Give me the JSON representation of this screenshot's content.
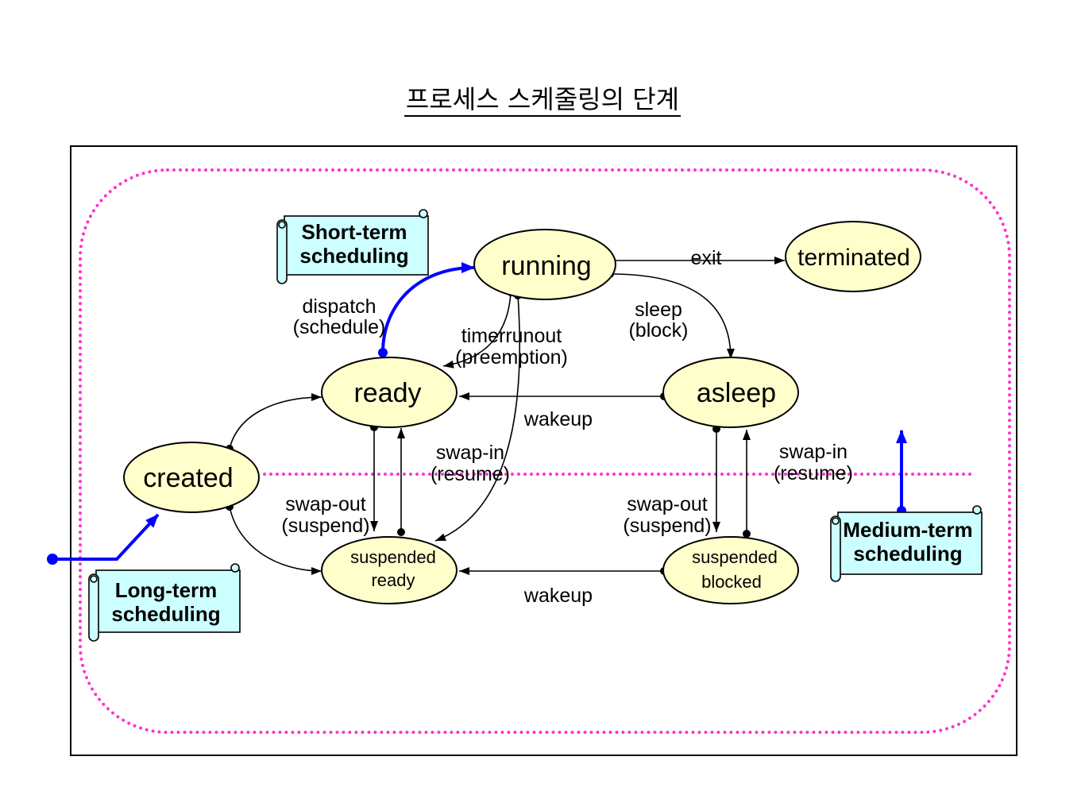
{
  "title": "프로세스 스케줄링의 단계",
  "colors": {
    "state_fill": "#ffffcc",
    "scheduler_fill": "#ccffff",
    "scheduler_arrow": "#0000ff",
    "boundary_dots": "#ff33cc"
  },
  "states": {
    "running": "running",
    "terminated": "terminated",
    "ready": "ready",
    "asleep": "asleep",
    "created": "created",
    "suspended_ready": [
      "suspended",
      "ready"
    ],
    "suspended_blocked": [
      "suspended",
      "blocked"
    ]
  },
  "transitions": {
    "exit": "exit",
    "sleep": [
      "sleep",
      "(block)"
    ],
    "timerrunout": [
      "timerrunout",
      "(preemption)"
    ],
    "dispatch": [
      "dispatch",
      "(schedule)"
    ],
    "wakeup_asleep": "wakeup",
    "wakeup_blocked": "wakeup",
    "swap_out_ready": [
      "swap-out",
      "(suspend)"
    ],
    "swap_in_ready": [
      "swap-in",
      "(resume)"
    ],
    "swap_out_asleep": [
      "swap-out",
      "(suspend)"
    ],
    "swap_in_blocked": [
      "swap-in",
      "(resume)"
    ]
  },
  "schedulers": {
    "short_term": [
      "Short-term",
      "scheduling"
    ],
    "long_term": [
      "Long-term",
      "scheduling"
    ],
    "medium_term": [
      "Medium-term",
      "scheduling"
    ]
  }
}
